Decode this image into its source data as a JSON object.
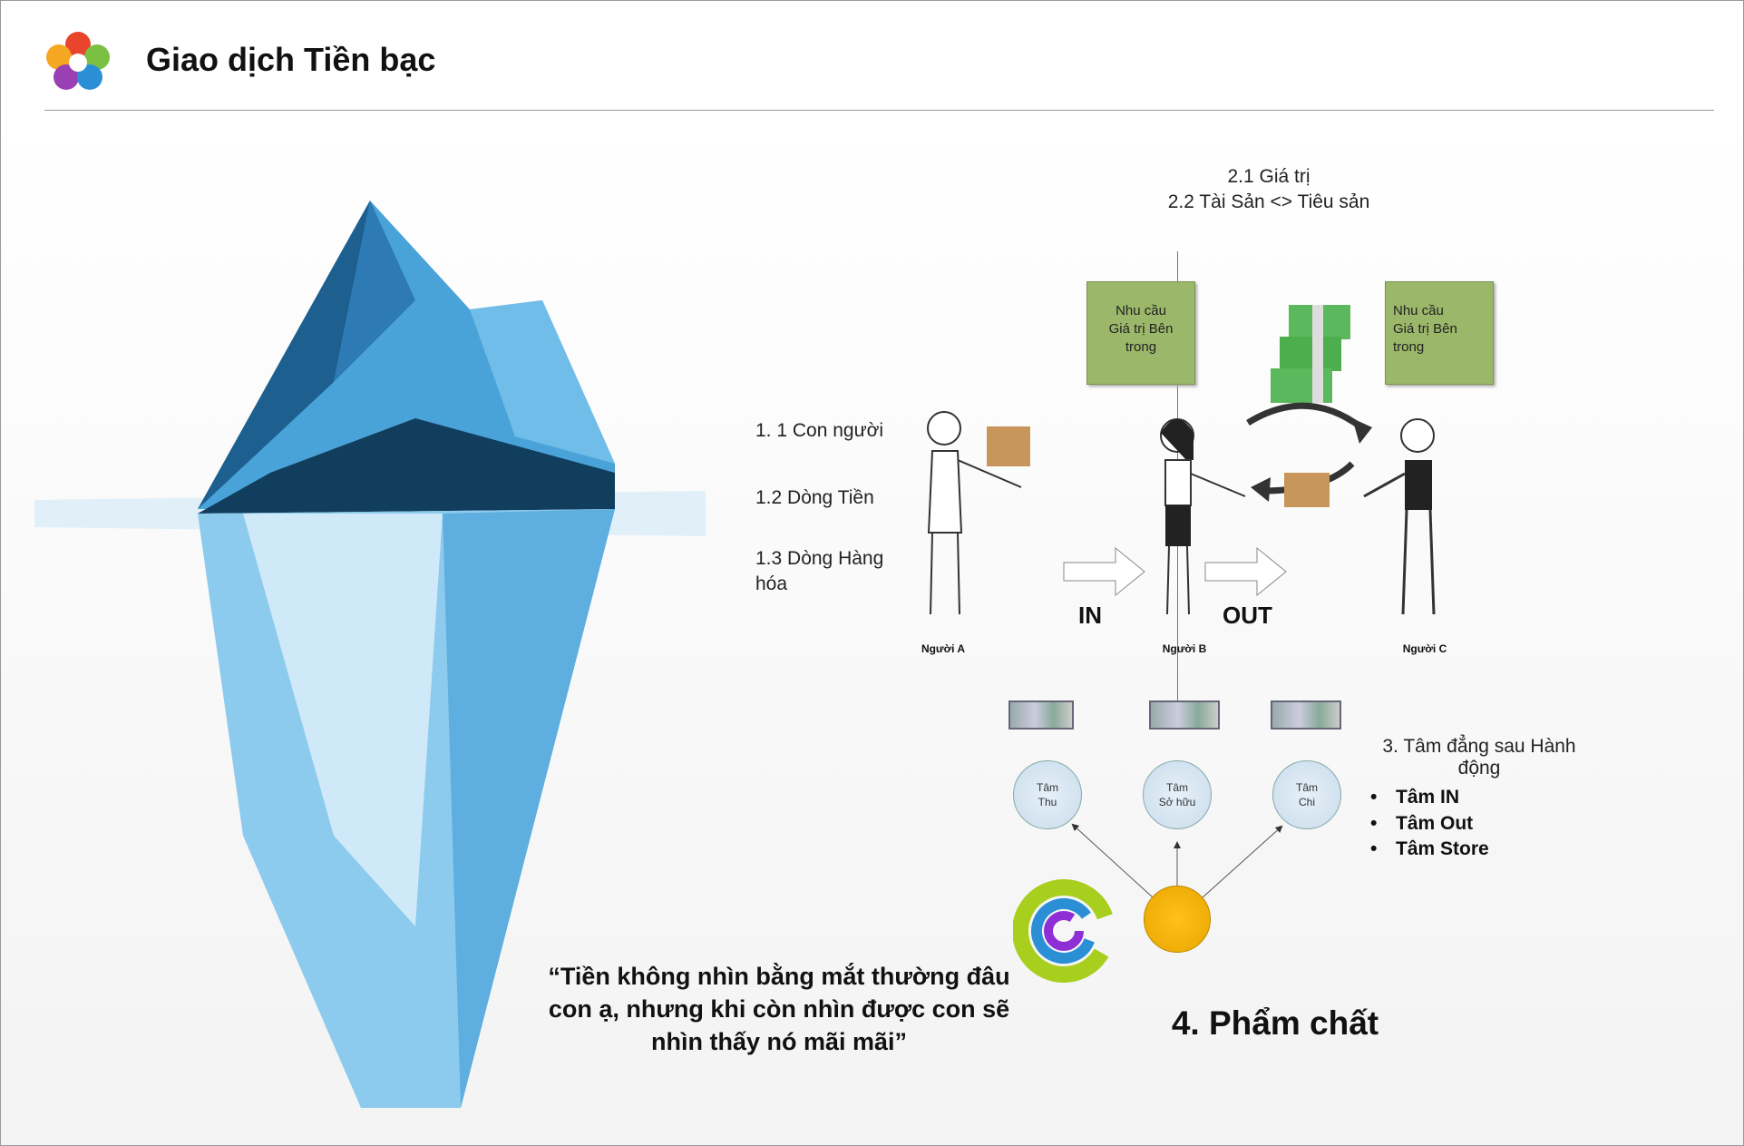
{
  "header": {
    "title": "Giao dịch Tiền bạc",
    "logo": "flower-logo-icon"
  },
  "levels": {
    "l1": "1. 1 Con người",
    "l2": "1.2 Dòng Tiền",
    "l3": "1.3 Dòng Hàng hóa"
  },
  "value": {
    "l1": "2.1  Giá trị",
    "l2": "2.2 Tài Sản <> Tiêu sản"
  },
  "bubbles": [
    {
      "line1": "Nhu cầu",
      "line2": "Giá trị Bên",
      "line3": "trong"
    },
    {
      "line1": "Nhu cầu",
      "line2": "Giá trị Bên",
      "line3": "trong"
    }
  ],
  "people": [
    "Người A",
    "Người B",
    "Người C"
  ],
  "flow": {
    "in": "IN",
    "out": "OUT"
  },
  "minds": [
    {
      "l1": "Tâm",
      "l2": "Thu"
    },
    {
      "l1": "Tâm",
      "l2": "Sở hữu"
    },
    {
      "l1": "Tâm",
      "l2": "Chi"
    }
  ],
  "section3": {
    "title_l1": "3. Tâm đẳng sau Hành",
    "title_l2": "động",
    "bullets": [
      "Tâm IN",
      "Tâm Out",
      "Tâm Store"
    ]
  },
  "quote": {
    "l1": "“Tiền không nhìn bằng mắt thường đâu",
    "l2": "con ạ, nhưng khi còn nhìn được con sẽ",
    "l3": "nhìn thấy nó mãi mãi”"
  },
  "section4": "4. Phẩm chất"
}
